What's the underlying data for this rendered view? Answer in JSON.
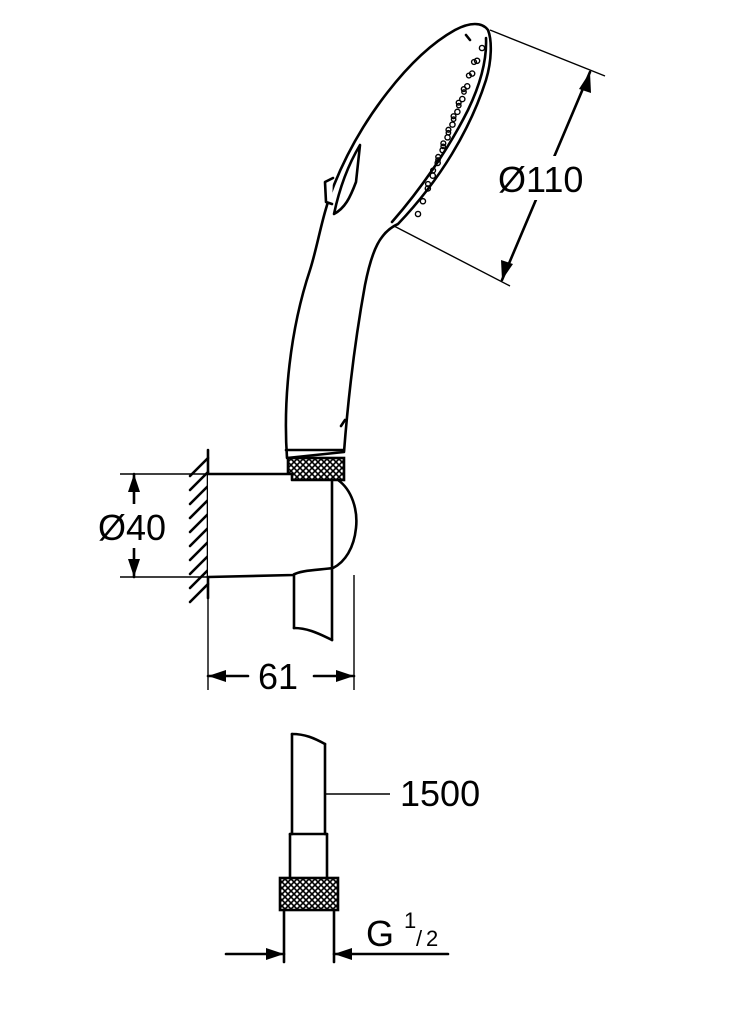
{
  "dimensions": {
    "spray_diameter": "Ø110",
    "holder_diameter": "Ø40",
    "holder_depth": "61",
    "hose_length": "1500",
    "thread": {
      "prefix": "G",
      "numerator": "1",
      "slash": "/",
      "denominator": "2"
    }
  }
}
